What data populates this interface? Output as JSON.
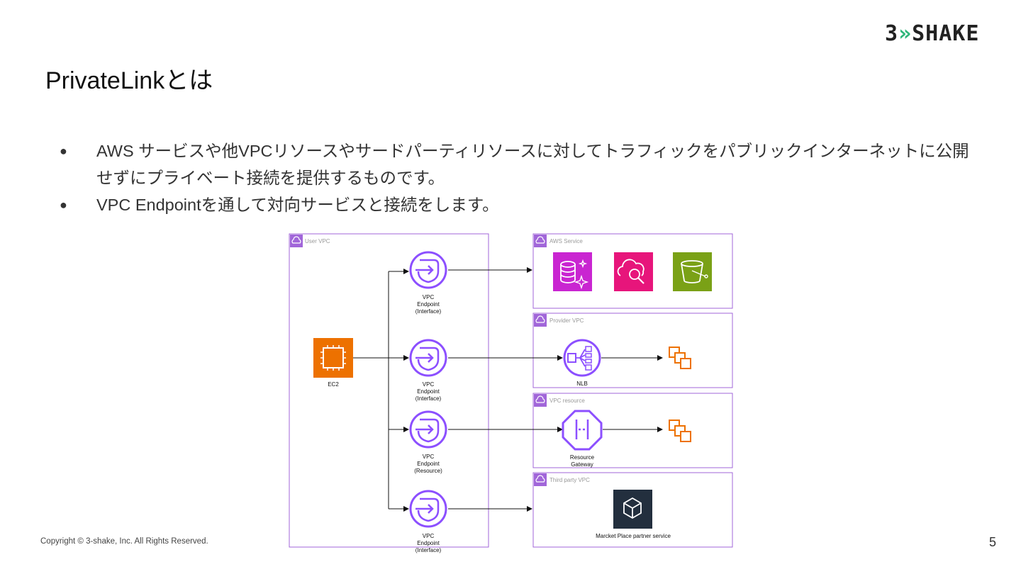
{
  "brand": {
    "logo_prefix": "3",
    "logo_arrow": "»",
    "logo_suffix": "SHAKE"
  },
  "slide": {
    "title": "PrivateLinkとは",
    "bullets": [
      "AWS サービスや他VPCリソースやサードパーティリソースに対してトラフィックをパブリックインターネットに公開せずにプライベート接続を提供するものです。",
      "VPC Endpointを通して対向サービスと接続をします。"
    ],
    "footer": "Copyright © 3-shake, Inc. All Rights Reserved.",
    "page_number": "5"
  },
  "diagram": {
    "groups": {
      "user_vpc": "User VPC",
      "aws_service": "AWS Service",
      "provider_vpc": "Provider VPC",
      "vpc_resource": "VPC resource",
      "third_party_vpc": "Third party VPC"
    },
    "ec2_label": "EC2",
    "endpoints": [
      [
        "VPC",
        "Endpoint",
        "(Interface)"
      ],
      [
        "VPC",
        "Endpoint",
        "(Interface)"
      ],
      [
        "VPC",
        "Endpoint",
        "(Resource)"
      ],
      [
        "VPC",
        "Endpoint",
        "(Interface)"
      ]
    ],
    "nlb_label": "NLB",
    "resource_gateway_label": [
      "Resource",
      "Gateway"
    ],
    "marketplace_label": "Marcket Place partner service",
    "colors": {
      "group_border": "#a166d9",
      "endpoint": "#8c4fff",
      "ec2": "#ed7100",
      "database": "#c925d1",
      "cloud_search": "#e7157b",
      "s3": "#7aa116",
      "instances": "#ed7100",
      "marketplace": "#232f3e"
    }
  }
}
